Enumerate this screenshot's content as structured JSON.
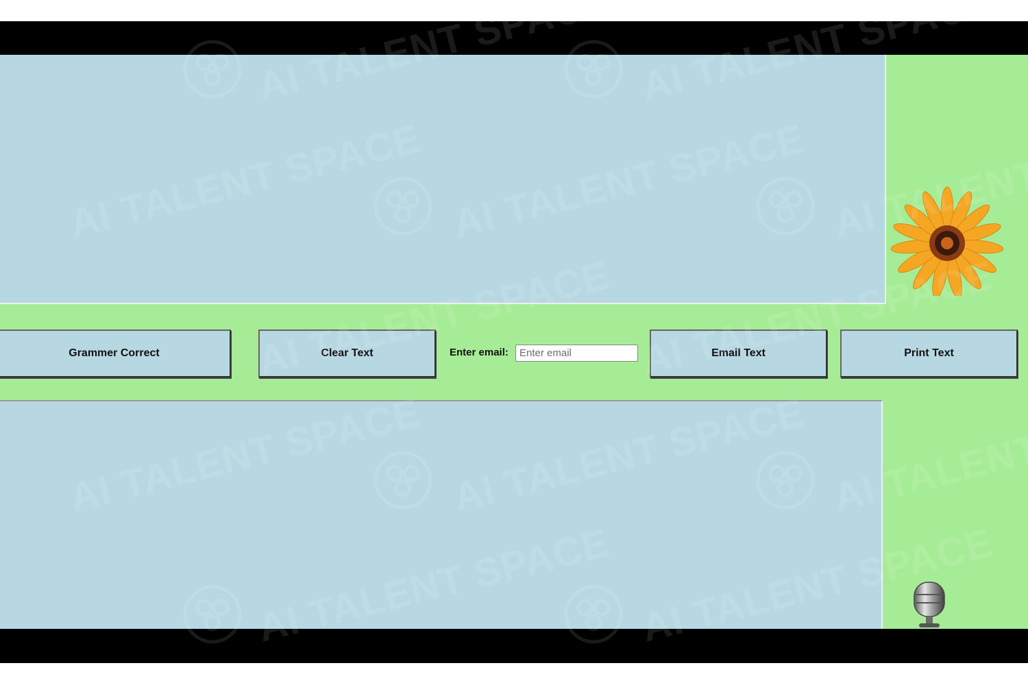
{
  "buttons": {
    "grammar": "Grammer Correct",
    "clear": "Clear Text",
    "email": "Email Text",
    "print": "Print Text"
  },
  "email": {
    "label": "Enter email:",
    "placeholder": "Enter email",
    "value": ""
  },
  "watermark": {
    "text": "AI TALENT SPACE"
  },
  "icons": {
    "flower": "flower-image",
    "mic": "microphone-icon",
    "watermark_logo": "brain-logo-icon"
  },
  "colors": {
    "background": "#a6ec96",
    "panel": "#b7d8e2",
    "band": "#000000"
  }
}
